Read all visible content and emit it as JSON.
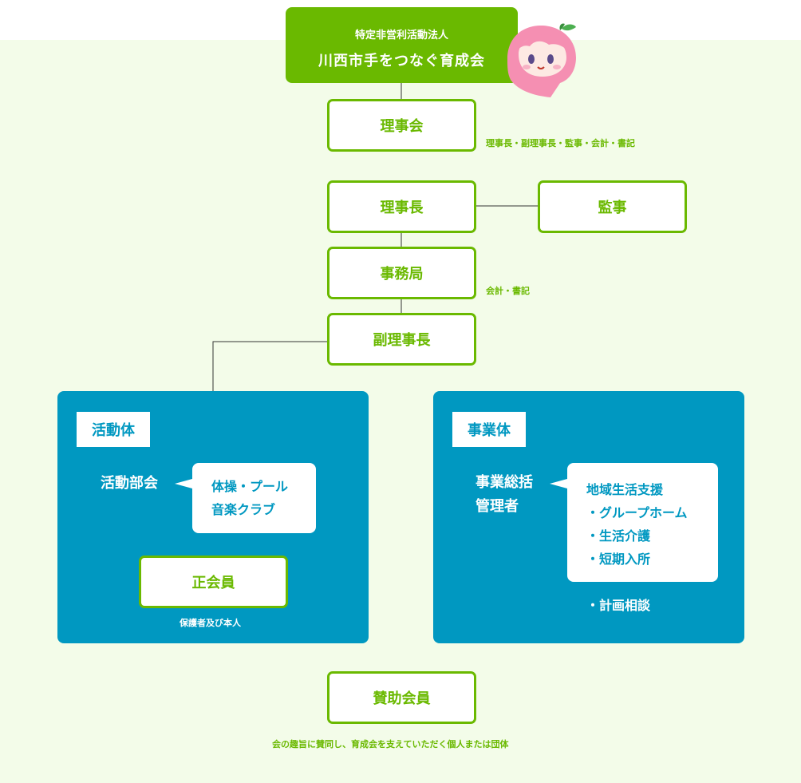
{
  "header": {
    "subtitle": "特定非営利活動法人",
    "title": "川西市手をつなぐ育成会"
  },
  "board": {
    "label": "理事会",
    "note": "理事長・副理事長・監事・会計・書記"
  },
  "chairman": {
    "label": "理事長"
  },
  "auditor": {
    "label": "監事"
  },
  "secretariat": {
    "label": "事務局",
    "note": "会計・書記"
  },
  "vice_chairman": {
    "label": "副理事長"
  },
  "activity_group": {
    "label": "活動体",
    "committee_label": "活動部会",
    "committee_items": [
      "体操・プール",
      "音楽クラブ"
    ],
    "member_label": "正会員",
    "member_note": "保護者及び本人"
  },
  "business_group": {
    "label": "事業体",
    "manager_lines": [
      "事業総括",
      "管理者"
    ],
    "support_items": [
      "地域生活支援",
      "・グループホーム",
      "・生活介護",
      "・短期入所"
    ],
    "extra_item": "・計画相談"
  },
  "supporting_member": {
    "label": "賛助会員",
    "note": "会の趣旨に賛同し、育成会を支えていただく個人または団体"
  },
  "colors": {
    "green": "#6ab900",
    "blue": "#0098c1",
    "background": "#f3fce9",
    "mascot_pink": "#f58fb2"
  },
  "icons": {
    "mascot": "mascot-peach-character"
  }
}
